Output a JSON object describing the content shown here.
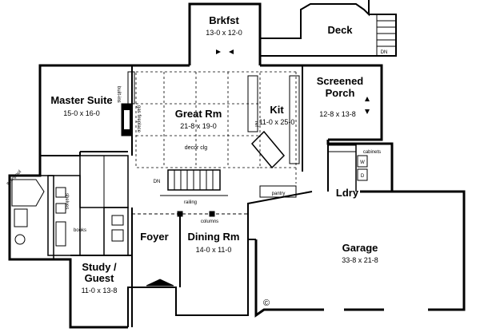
{
  "rooms": {
    "brkfst": {
      "name": "Brkfst",
      "dims": "13-0 x 12-0"
    },
    "deck": {
      "name": "Deck"
    },
    "master": {
      "name": "Master Suite",
      "dims": "15-0 x 16-0"
    },
    "great": {
      "name": "Great Rm",
      "dims": "21-8 x 19-0"
    },
    "kit": {
      "name": "Kit",
      "dims": "11-0 x 25-0"
    },
    "porch": {
      "name1": "Screened",
      "name2": "Porch",
      "dims": "12-8 x 13-8"
    },
    "ldry": {
      "name": "Ldry"
    },
    "foyer": {
      "name": "Foyer"
    },
    "dining": {
      "name": "Dining Rm",
      "dims": "14-0 x 11-0"
    },
    "garage": {
      "name": "Garage",
      "dims": "33-8 x 21-8"
    },
    "study": {
      "name1": "Study /",
      "name2": "Guest",
      "dims": "11-0 x 13-8"
    }
  },
  "labels": {
    "built_ins": "built-ins",
    "gas_fireplace": "gas fireplace",
    "decor_clg": "decor clg",
    "dn": "DN",
    "dn_deck": "DN",
    "railing": "railing",
    "columns": "columns",
    "pantry": "pantry",
    "cabinets": "cabinets",
    "shelves": "shelves",
    "books": "books",
    "whirlpool": "whirlpool",
    "ref": "ref",
    "w": "W",
    "d": "D",
    "copyright": "©"
  }
}
